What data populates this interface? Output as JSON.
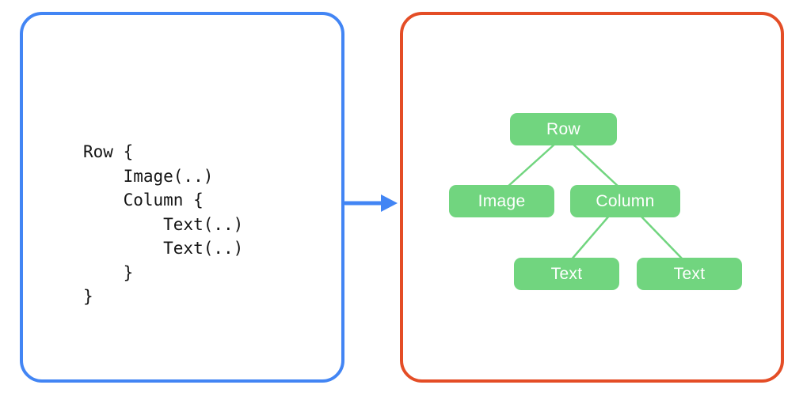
{
  "colors": {
    "background": "#ffffff",
    "code_box_border": "#4285f4",
    "tree_box_border": "#e44d26",
    "arrow": "#4285f4",
    "node_fill": "#71d57f",
    "node_text": "#ffffff",
    "connector": "#71d57f",
    "code_text": "#141414"
  },
  "code_panel": {
    "lines": [
      "Row {",
      "    Image(..)",
      "    Column {",
      "        Text(..)",
      "        Text(..)",
      "    }",
      "}"
    ]
  },
  "tree_panel": {
    "nodes": [
      {
        "id": "row",
        "label": "Row"
      },
      {
        "id": "image",
        "label": "Image"
      },
      {
        "id": "column",
        "label": "Column"
      },
      {
        "id": "text-1",
        "label": "Text"
      },
      {
        "id": "text-2",
        "label": "Text"
      }
    ],
    "edges": [
      {
        "from": "row",
        "to": "image"
      },
      {
        "from": "row",
        "to": "column"
      },
      {
        "from": "column",
        "to": "text-1"
      },
      {
        "from": "column",
        "to": "text-2"
      }
    ]
  }
}
